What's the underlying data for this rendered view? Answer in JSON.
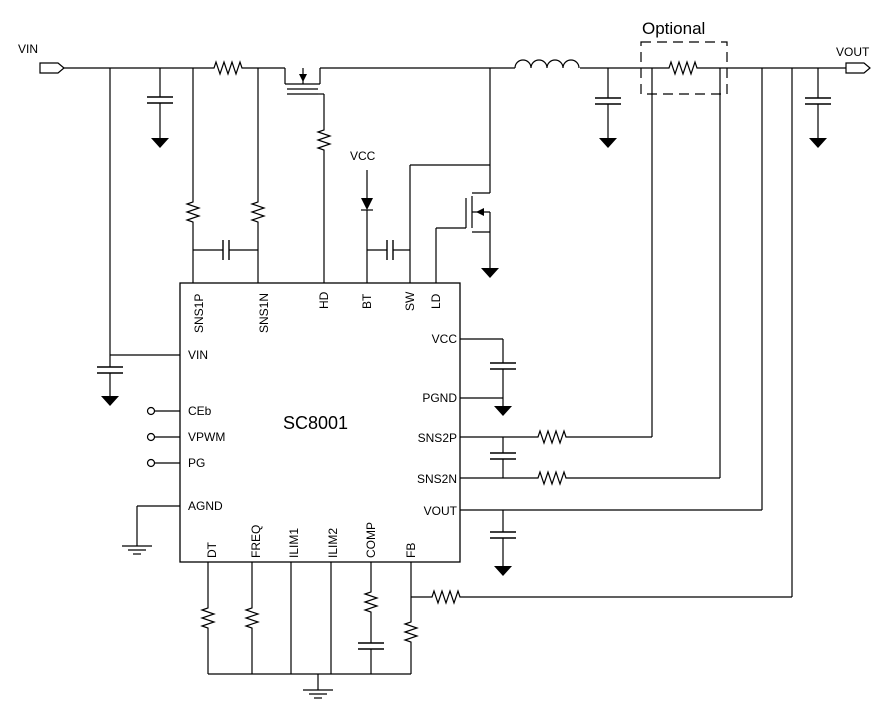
{
  "ports": {
    "input": "VIN",
    "output": "VOUT"
  },
  "optional_label": "Optional",
  "vcc_label": "VCC",
  "chip": {
    "name": "SC8001",
    "pins_top": [
      "SNS1P",
      "SNS1N",
      "HD",
      "BT",
      "SW",
      "LD"
    ],
    "pins_left": [
      "VIN",
      "CEb",
      "VPWM",
      "PG",
      "AGND"
    ],
    "pins_right": [
      "VCC",
      "PGND",
      "SNS2P",
      "SNS2N",
      "VOUT"
    ],
    "pins_bottom": [
      "DT",
      "FREQ",
      "ILIM1",
      "ILIM2",
      "COMP",
      "FB"
    ]
  }
}
